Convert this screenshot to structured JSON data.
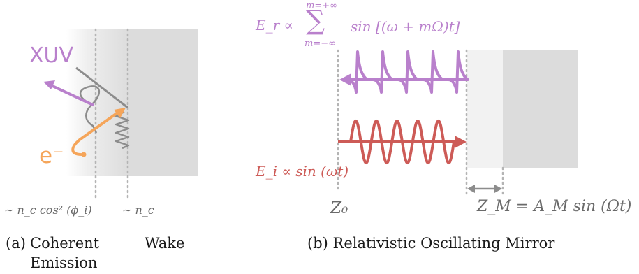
{
  "panel_a": {
    "xuv_label": "XUV",
    "electron_label": "e⁻",
    "density_label_left": "∼ n_c cos² (ϕ_i)",
    "density_label_right": "∼ n_c",
    "caption_tag": "(a)",
    "caption_line1": "Coherent",
    "caption_line2": "Emission",
    "caption_wake": "Wake"
  },
  "panel_b": {
    "er_formula_lhs": "E_r ∝",
    "sum_upper": "m=+∞",
    "sum_lower": "m=−∞",
    "er_formula_rhs": "sin [(ω + mΩ)t]",
    "ei_formula": "E_i ∝ sin (ωt)",
    "z0_label": "Z₀",
    "zm_label": "Z_M = A_M sin (Ωt)",
    "caption": "(b) Relativistic Oscillating Mirror"
  },
  "colors": {
    "xuv_purple": "#b980cc",
    "electron_orange": "#f5a55a",
    "incident_red": "#cd5b57",
    "plasma_gray": "#dcdcdc",
    "wake_gray": "#8c8c8c",
    "dotted_gray": "#b4b4b4"
  }
}
